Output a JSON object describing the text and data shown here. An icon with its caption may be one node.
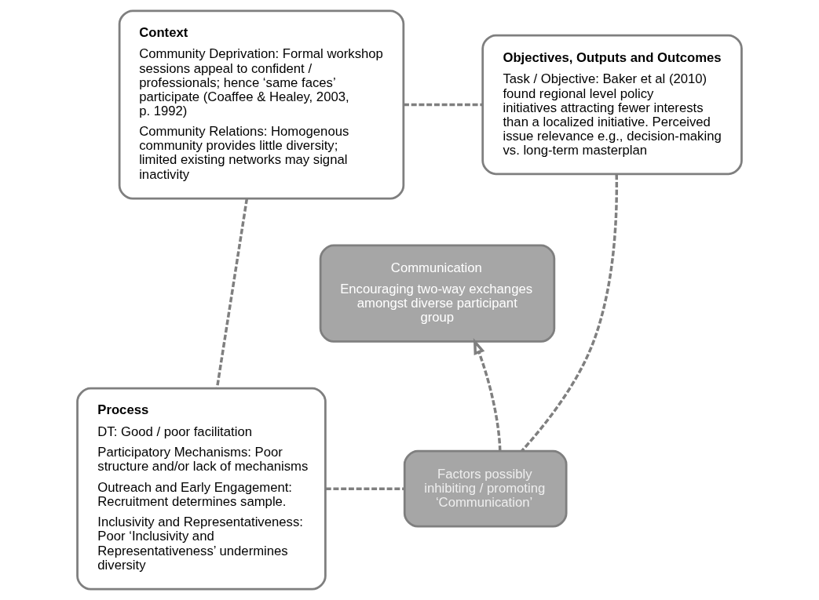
{
  "diagram": {
    "nodes": [
      {
        "text": [
          "Context",
          "Community Deprivation: Formal workshop sessions appeal to confident / professionals; hence ‘same faces’ participate (Coaffee & Healey, 2003, p. 1992)",
          "Community Relations: Homogenous community provides little diversity; limited existing networks may signal inactivity"
        ]
      },
      {
        "text": [
          "Objectives, Outputs and Outcomes",
          "Task / Objective: Baker et al (2010) found regional level policy initiatives attracting fewer interests than a localized initiative. Perceived issue relevance e.g., decision-making vs. long-term masterplan"
        ]
      },
      {
        "text": [
          "Communication",
          "Encouraging two-way exchanges amongst diverse participant group"
        ]
      },
      {
        "text": [
          "Process",
          "DT: Good / poor facilitation",
          "Participatory Mechanisms: Poor structure and/or lack of mechanisms",
          "Outreach and Early Engagement: Recruitment determines sample.",
          "Inclusivity and Representativeness: Poor ‘Inclusivity and Representativeness’ undermines diversity"
        ]
      },
      {
        "text": [
          "Factors possibly inhibiting / promoting ‘Communication’"
        ]
      }
    ],
    "edges": [
      {
        "from": 0,
        "to": 1,
        "arrow": "none",
        "style": "dashed"
      },
      {
        "from": 0,
        "to": 3,
        "arrow": "none",
        "style": "dashed"
      },
      {
        "from": 1,
        "to": 4,
        "arrow": "none",
        "style": "dashed"
      },
      {
        "from": 3,
        "to": 4,
        "arrow": "none",
        "style": "dashed"
      },
      {
        "from": 4,
        "to": 2,
        "arrow": "to",
        "style": "dashed"
      }
    ]
  }
}
